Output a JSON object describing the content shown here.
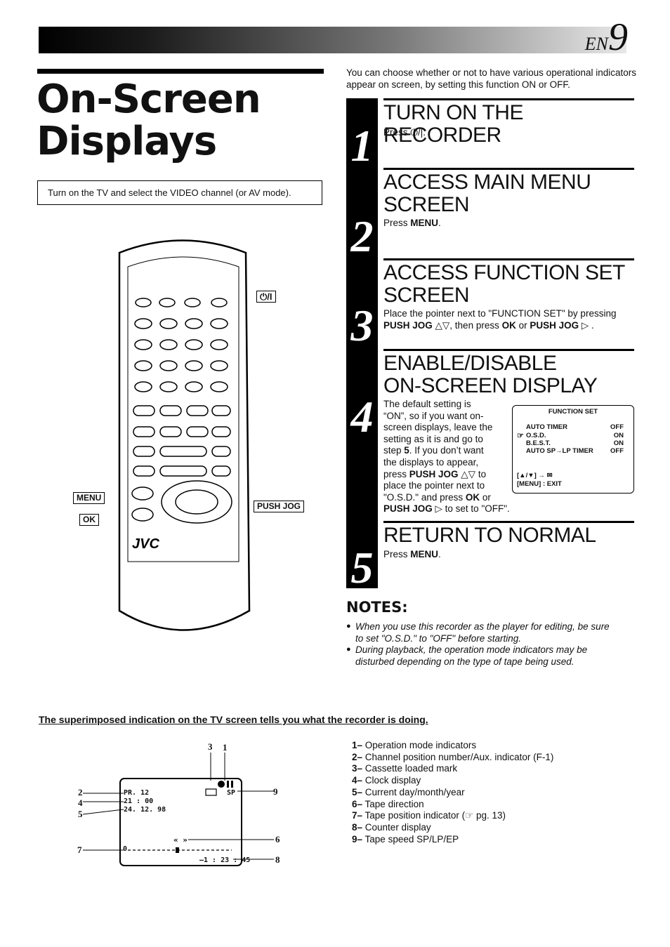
{
  "header": {
    "lang": "EN",
    "page_number": "9"
  },
  "title": {
    "line1": "On-Screen",
    "line2": "Displays"
  },
  "tv_instruction": "Turn on the TV and select the VIDEO channel (or AV mode).",
  "intro": "You can choose whether or not to have various operational indicators appear on screen, by setting this function ON or OFF.",
  "steps": [
    {
      "num": "1",
      "heading": "TURN ON THE RECORDER",
      "text_before": "Press ",
      "symbol": "⏻/|",
      "text_after": "."
    },
    {
      "num": "2",
      "heading_l1": "ACCESS MAIN MENU",
      "heading_l2": "SCREEN",
      "press": "Press ",
      "key": "MENU",
      "end": "."
    },
    {
      "num": "3",
      "heading_l1": "ACCESS FUNCTION SET",
      "heading_l2": "SCREEN",
      "t1": "Place the pointer next to \"FUNCTION SET\" by pressing",
      "k1": "PUSH JOG",
      "t2": " △▽, then press ",
      "k2": "OK",
      "t3": " or ",
      "k3": "PUSH JOG",
      "t4": " ▷ ."
    },
    {
      "num": "4",
      "heading_l1": "ENABLE/DISABLE",
      "heading_l2": "ON-SCREEN DISPLAY",
      "l1": "The default setting is",
      "l2": "“ON”, so if you want on-",
      "l3": "screen displays, leave the",
      "l4": "setting as it is and go to",
      "l5a": "step ",
      "l5b": "5",
      "l5c": ". If you don’t want",
      "l6": "the displays to appear,",
      "l7a": "press ",
      "l7b": "PUSH JOG",
      "l7c": " △▽ to",
      "l8": "place the pointer next to",
      "l9a": "\"O.S.D.\" and press ",
      "l9b": "OK",
      "l9c": " or",
      "l10a": "PUSH JOG",
      "l10b": " ▷ to set to \"OFF\"."
    },
    {
      "num": "5",
      "heading": "RETURN TO NORMAL",
      "press": "Press ",
      "key": "MENU",
      "end": "."
    }
  ],
  "menu_screen": {
    "title": "FUNCTION SET",
    "rows": [
      {
        "label": "AUTO TIMER",
        "value": "OFF"
      },
      {
        "label": "O.S.D.",
        "value": "ON"
      },
      {
        "label": "B.E.S.T.",
        "value": "ON"
      },
      {
        "label": "AUTO SP→LP TIMER",
        "value": "OFF"
      }
    ],
    "nav": "[▲/▼] →",
    "exit": "[MENU] : EXIT"
  },
  "remote": {
    "menu_label": "MENU",
    "ok_label": "OK",
    "pushjog_label": "PUSH JOG",
    "power_label": "⏻/I",
    "brand": "JVC"
  },
  "notes": {
    "heading": "NOTES:",
    "items": [
      {
        "l1": "When you use this recorder as the player for editing, be sure",
        "l2": "to set \"O.S.D.\" to  \"OFF\" before starting."
      },
      {
        "l1": "During playback, the operation mode indicators may be",
        "l2": "disturbed depending on the type of tape being used."
      }
    ]
  },
  "superimposed": "The superimposed indication on the TV screen tells you what the recorder is doing.",
  "tv_screen": {
    "pr": "PR.  12",
    "time": "21 : 00",
    "date": "24. 12. 98",
    "speed": "SP",
    "direction": "« »",
    "counter": "–1 : 23 : 45",
    "labels": [
      "3",
      "1",
      "2",
      "4",
      "5",
      "9",
      "6",
      "7",
      "8"
    ]
  },
  "legend": [
    {
      "n": "1–",
      "t": " Operation mode indicators"
    },
    {
      "n": "2–",
      "t": " Channel position number/Aux. indicator (F-1)"
    },
    {
      "n": "3–",
      "t": " Cassette loaded mark"
    },
    {
      "n": "4–",
      "t": " Clock display"
    },
    {
      "n": "5–",
      "t": " Current day/month/year"
    },
    {
      "n": "6–",
      "t": " Tape direction"
    },
    {
      "n": "7–",
      "t": " Tape position indicator (☞ pg. 13)"
    },
    {
      "n": "8–",
      "t": " Counter display"
    },
    {
      "n": "9–",
      "t": " Tape speed SP/LP/EP"
    }
  ]
}
